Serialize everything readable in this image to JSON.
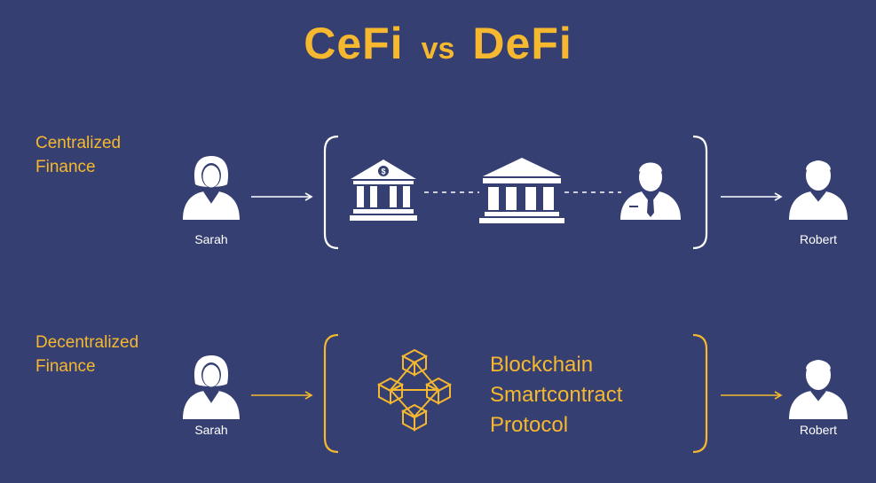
{
  "title": {
    "left": "CeFi",
    "middle": "vs",
    "right": "DeFi"
  },
  "colors": {
    "background": "#363f72",
    "accent": "#f5b82e",
    "text": "#ffffff"
  },
  "cefi": {
    "label_line1": "Centralized",
    "label_line2": "Finance",
    "sender": "Sarah",
    "receiver": "Robert",
    "intermediaries": [
      "bank-icon",
      "institution-icon",
      "banker-icon"
    ]
  },
  "defi": {
    "label_line1": "Decentralized",
    "label_line2": "Finance",
    "sender": "Sarah",
    "receiver": "Robert",
    "network_icon": "blockchain-network-icon",
    "items": [
      "Blockchain",
      "Smartcontract",
      "Protocol"
    ]
  }
}
